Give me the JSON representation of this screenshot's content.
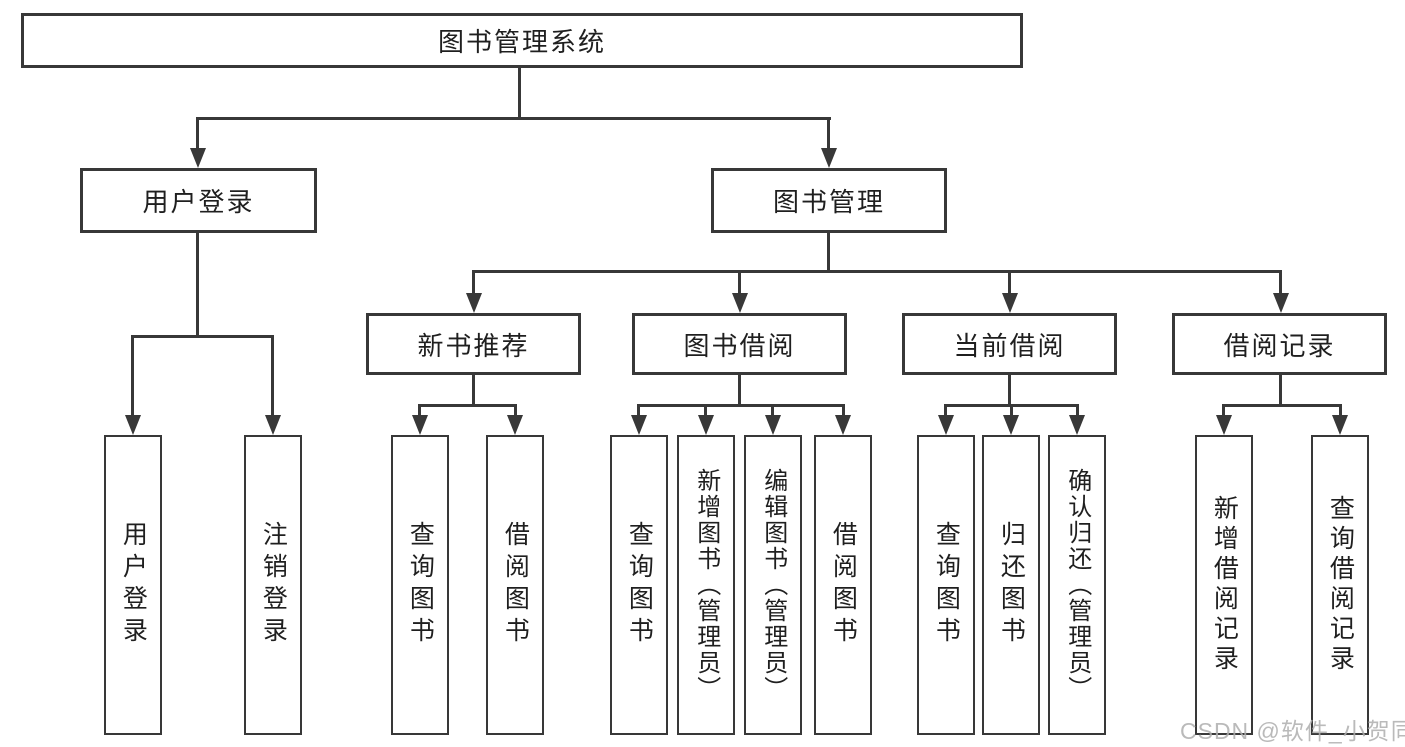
{
  "tree": {
    "root": {
      "label": "图书管理系统",
      "children": [
        {
          "label": "用户登录",
          "children": [
            {
              "label": "用户登录"
            },
            {
              "label": "注销登录"
            }
          ]
        },
        {
          "label": "图书管理",
          "children": [
            {
              "label": "新书推荐",
              "children": [
                {
                  "label": "查询图书"
                },
                {
                  "label": "借阅图书"
                }
              ]
            },
            {
              "label": "图书借阅",
              "children": [
                {
                  "label": "查询图书"
                },
                {
                  "label": "新增图书（管理员）"
                },
                {
                  "label": "编辑图书（管理员）"
                },
                {
                  "label": "借阅图书"
                }
              ]
            },
            {
              "label": "当前借阅",
              "children": [
                {
                  "label": "查询图书"
                },
                {
                  "label": "归还图书"
                },
                {
                  "label": "确认归还（管理员）"
                }
              ]
            },
            {
              "label": "借阅记录",
              "children": [
                {
                  "label": "新增借阅记录"
                },
                {
                  "label": "查询借阅记录"
                }
              ]
            }
          ]
        }
      ]
    }
  },
  "watermark": {
    "text": "CSDN @软件_小贺同学"
  },
  "colors": {
    "line": "#383838",
    "text": "#1f1f1f",
    "background": "#ffffff",
    "watermark": "#aeaeae"
  }
}
